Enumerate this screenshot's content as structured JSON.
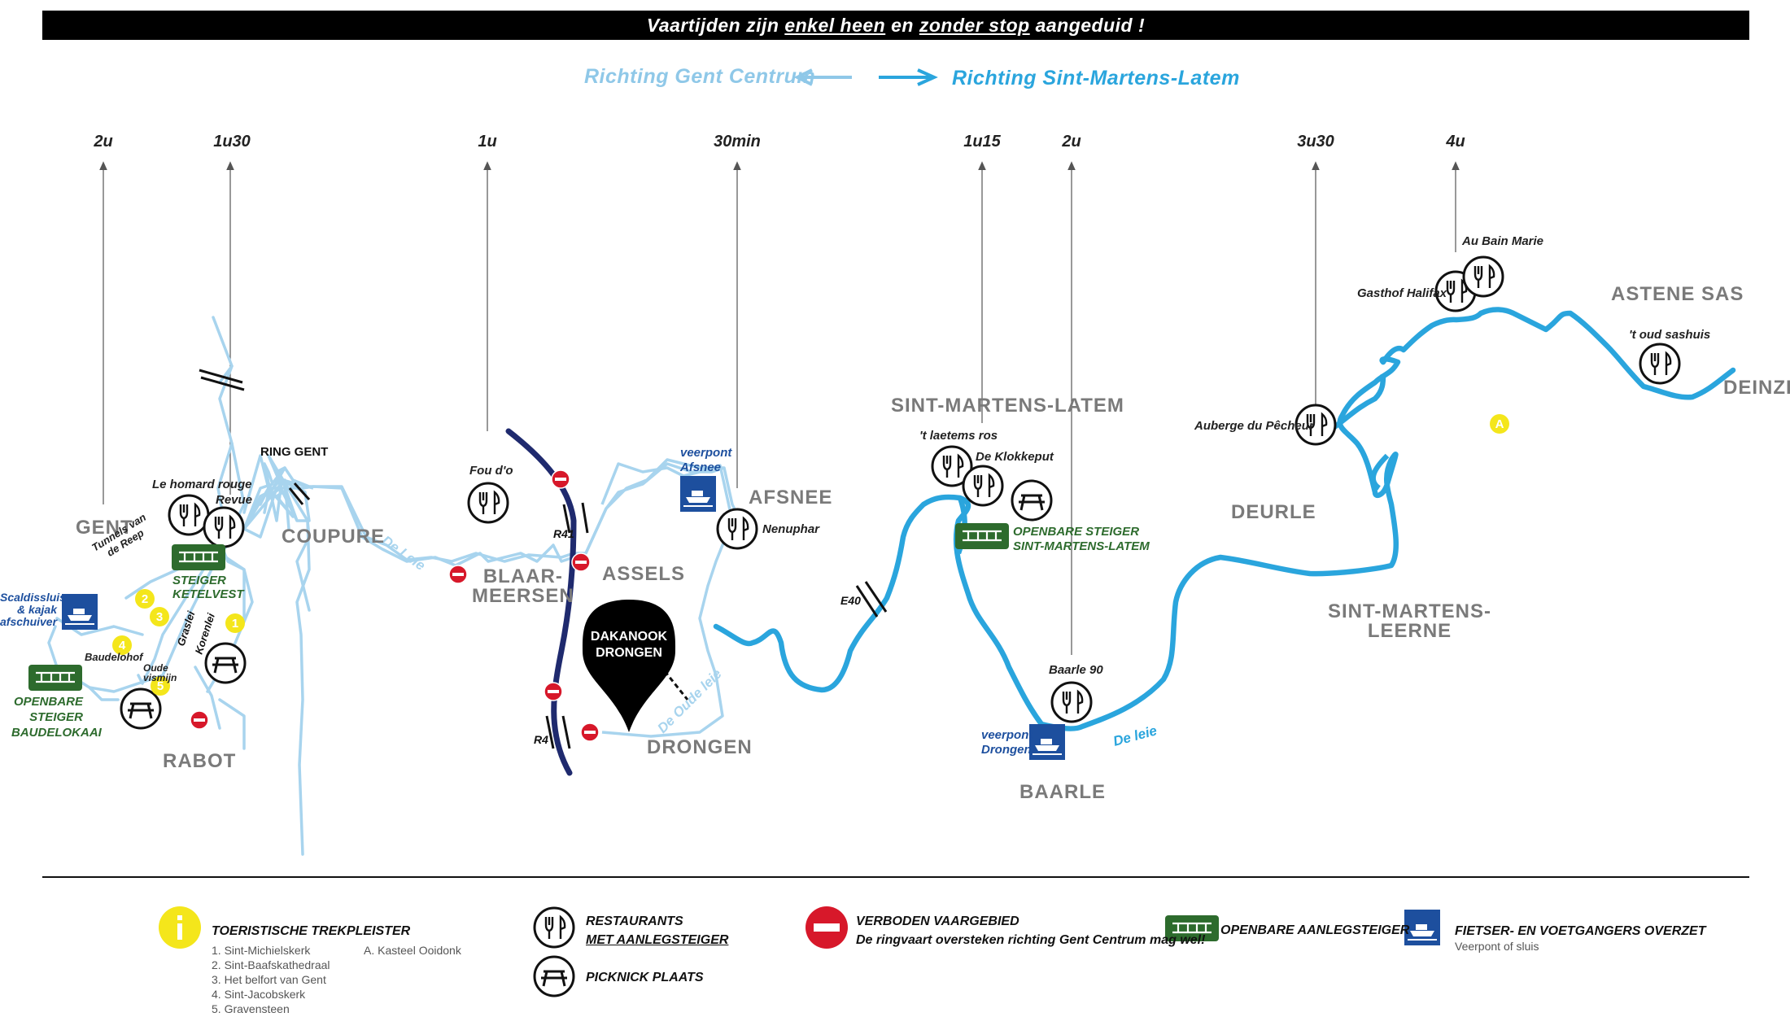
{
  "header": {
    "p1": "Vaartijden zijn ",
    "u1": "enkel heen",
    "p2": " en ",
    "u2": "zonder stop",
    "p3": " aangeduid !"
  },
  "directions": {
    "left": "Richting Gent Centrum",
    "right": "Richting Sint-Martens-Latem",
    "left_color": "#8fc8e8",
    "right_color": "#2aa5dd"
  },
  "times": [
    "2u",
    "1u30",
    "1u",
    "30min",
    "1u15",
    "2u",
    "3u30",
    "4u"
  ],
  "areas": {
    "gent": "GENT",
    "rabot": "RABOT",
    "coupure": "COUPURE",
    "blaarmeersen": "BLAAR-\nMEERSEN",
    "assels": "ASSELS",
    "drongen": "DRONGEN",
    "afsnee": "AFSNEE",
    "sml": "SINT-MARTENS-LATEM",
    "baarle": "BAARLE",
    "deurle": "DEURLE",
    "sml_leerne": "SINT-MARTENS-\nLEERNE",
    "astene": "ASTENE SAS",
    "deinze": "DEINZE"
  },
  "labels": {
    "ring_gent": "RING GENT",
    "le_homard": "Le homard rouge",
    "revue": "Revue",
    "tunnels": "Tunnels van\nde Reep",
    "steiger_ketelvest": "STEIGER\nKETELVEST",
    "scaldissluis": "Scaldissluis\n& kajak\nafschuiver",
    "baudelohof": "Baudelohof",
    "graslei": "Graslei",
    "korenlei": "Korenlei",
    "oude_vismijn": "Oude\nvismijn",
    "openbare_baudelokaai": "OPENBARE\nSTEIGER\nBAUDELOKAAI",
    "fou_do": "Fou d'o",
    "r41": "R41",
    "r4": "R4",
    "veerpont_afsnee": "veerpont\nAfsnee",
    "nenuphar": "Nenuphar",
    "de_leie_1": "De Leie",
    "de_oude_leie": "De Oude leie",
    "dakanook": "DAKANOOK\nDRONGEN",
    "e40": "E40",
    "t_laetems_ros": "'t laetems ros",
    "de_klokkeput": "De Klokkeput",
    "openbare_sml": "OPENBARE STEIGER\nSINT-MARTENS-LATEM",
    "baarle_90": "Baarle 90",
    "veerpont_drongen": "veerpont\nDrongen",
    "de_leie_2": "De leie",
    "auberge": "Auberge du Pêcheur",
    "gasthof": "Gasthof Halifax",
    "au_bain_marie": "Au Bain Marie",
    "t_oud_sashuis": "'t oud sashuis",
    "marker_a": "A",
    "markers_num": [
      "1",
      "2",
      "3",
      "4",
      "5"
    ]
  },
  "legend": {
    "tourist_title": "TOERISTISCHE TREKPLEISTER",
    "tourist_items": [
      "1. Sint-Michielskerk",
      "2. Sint-Baafskathedraal",
      "3. Het belfort van Gent",
      "4. Sint-Jacobskerk",
      "5. Gravensteen"
    ],
    "tourist_a": "A. Kasteel Ooidonk",
    "restaurants_title": "RESTAURANTS",
    "restaurants_sub": "MET AANLEGSTEIGER",
    "picnic_title": "PICKNICK PLAATS",
    "forbidden_title": "VERBODEN VAARGEBIED",
    "forbidden_sub": "De ringvaart oversteken richting Gent Centrum mag wel!",
    "jetty_title": "OPENBARE AANLEGSTEIGER",
    "ferry_title": "FIETSER- EN VOETGANGERS OVERZET",
    "ferry_sub": "Veerpont of sluis"
  },
  "colors": {
    "river": "#2aa5dd",
    "canal_light": "#a8d4ee",
    "ring": "#1f2a6e",
    "jetty_green": "#2d6b2d",
    "ferry_blue": "#1d4f9e",
    "forbidden_red": "#d7182a",
    "marker_yellow": "#f4e61b"
  },
  "icons": [
    "fork-knife-icon",
    "picnic-table-icon",
    "no-entry-icon",
    "jetty-icon",
    "ferry-icon",
    "info-icon",
    "location-pin-icon"
  ]
}
